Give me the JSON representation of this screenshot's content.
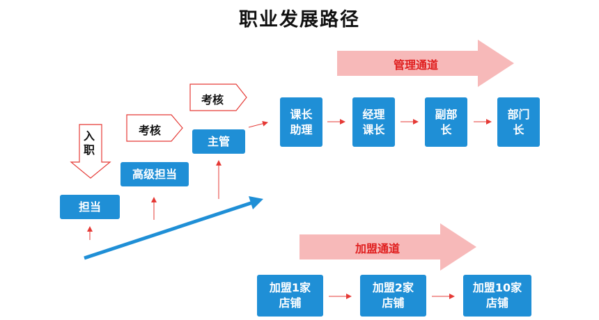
{
  "title": "职业发展路径",
  "entry_label": "入职",
  "assess_labels": [
    "考核",
    "考核"
  ],
  "levels": {
    "l1": "担当",
    "l2": "高级担当",
    "l3": "主管"
  },
  "management": {
    "banner": "管理通道",
    "stages": [
      [
        "课长",
        "助理"
      ],
      [
        "经理",
        "课长"
      ],
      [
        "副部",
        "长"
      ],
      [
        "部门",
        "长"
      ]
    ]
  },
  "franchise": {
    "banner": "加盟通道",
    "stages": [
      [
        "加盟1家",
        "店铺"
      ],
      [
        "加盟2家",
        "店铺"
      ],
      [
        "加盟10家",
        "店铺"
      ]
    ]
  },
  "colors": {
    "box": "#1f8fd6",
    "banner_fill": "#f7b9b9",
    "banner_text": "#e02020",
    "arrow_red": "#e53935",
    "big_arrow": "#1f8fd6"
  }
}
